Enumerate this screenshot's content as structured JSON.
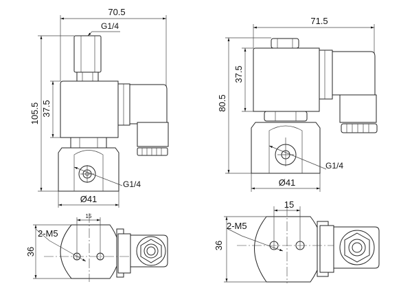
{
  "front_view_left": {
    "width": "70.5",
    "top_port": "G1/4",
    "height_total": "105.5",
    "coil_height": "37.5",
    "side_port": "G1/4",
    "body_diameter": "Ø41"
  },
  "front_view_right": {
    "width": "71.5",
    "height_total": "80.5",
    "coil_height": "37.5",
    "side_port": "G1/4",
    "body_diameter": "Ø41"
  },
  "bottom_view_left": {
    "hole_spacing": "15",
    "holes": "2-M5",
    "height": "36"
  },
  "bottom_view_right": {
    "hole_spacing": "15",
    "holes": "2-M5",
    "height": "36"
  }
}
